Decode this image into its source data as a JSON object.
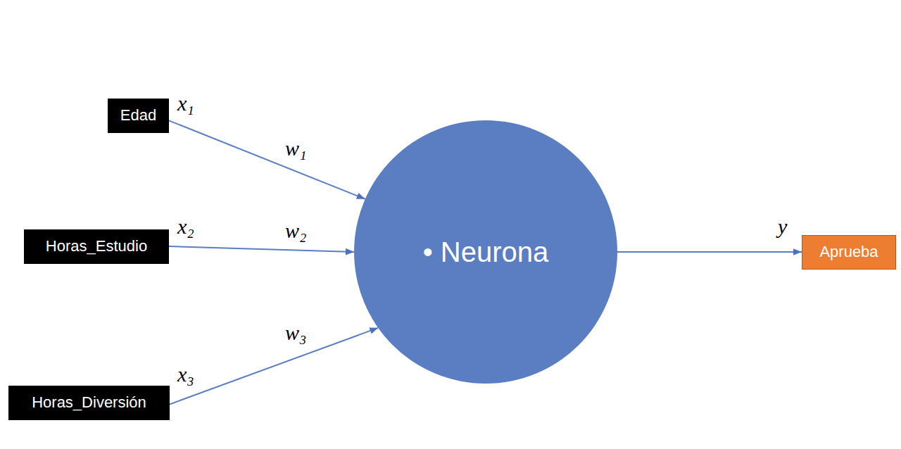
{
  "diagram": {
    "nodes": [
      {
        "text": [
          "Edad"
        ]
      },
      {
        "text": [
          "Horas_Estudio"
        ]
      },
      {
        "text": [
          "Horas_Diversión"
        ]
      },
      {
        "text": [
          "• Neurona"
        ]
      },
      {
        "text": [
          "Aprueba"
        ]
      }
    ],
    "edges": [
      {
        "from": 0,
        "to": 3,
        "arrow": "to",
        "label": "w₁"
      },
      {
        "from": 1,
        "to": 3,
        "arrow": "to",
        "label": "w₂"
      },
      {
        "from": 2,
        "to": 3,
        "arrow": "to",
        "label": "w₃"
      },
      {
        "from": 3,
        "to": 4,
        "arrow": "to"
      }
    ],
    "labels": [
      "x₁",
      "x₂",
      "x₃",
      "y"
    ]
  }
}
